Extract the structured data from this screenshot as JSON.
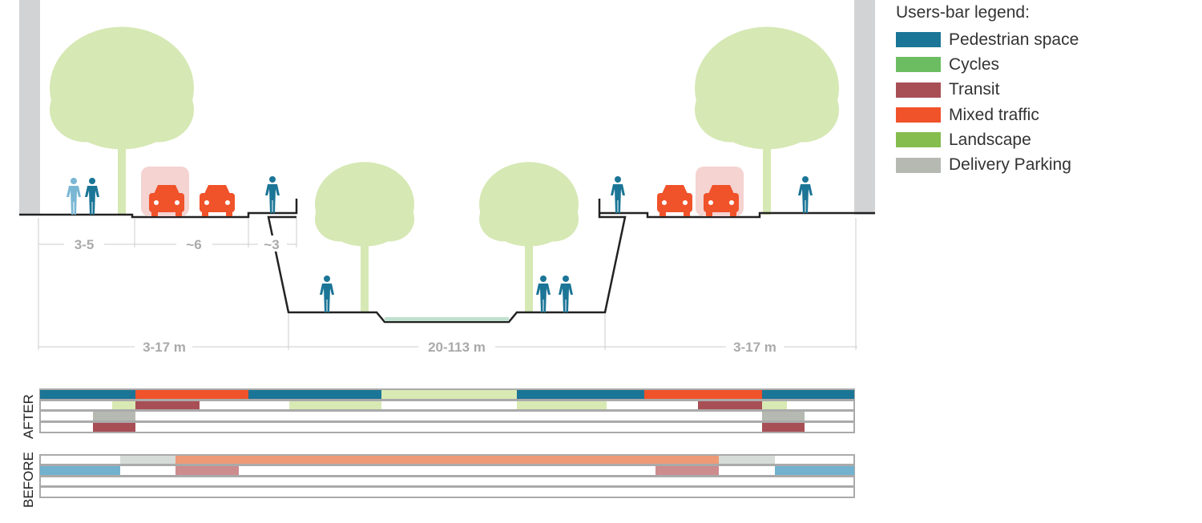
{
  "legend": {
    "title": "Users-bar legend:",
    "items": [
      {
        "label": "Pedestrian space",
        "color": "#1b7596"
      },
      {
        "label": "Cycles",
        "color": "#6cbd62"
      },
      {
        "label": "Transit",
        "color": "#a84f56"
      },
      {
        "label": "Mixed traffic",
        "color": "#f0522a"
      },
      {
        "label": "Landscape",
        "color": "#86bd4f"
      },
      {
        "label": "Delivery Parking",
        "color": "#b5b9b1"
      }
    ]
  },
  "dimensions": {
    "sidewalk": "3-5",
    "roadway": "~6",
    "promenade": "~3",
    "left_zone": "3-17 m",
    "center_zone": "20-113 m",
    "right_zone": "3-17 m"
  },
  "bars": {
    "after_label": "AFTER",
    "before_label": "BEFORE"
  }
}
